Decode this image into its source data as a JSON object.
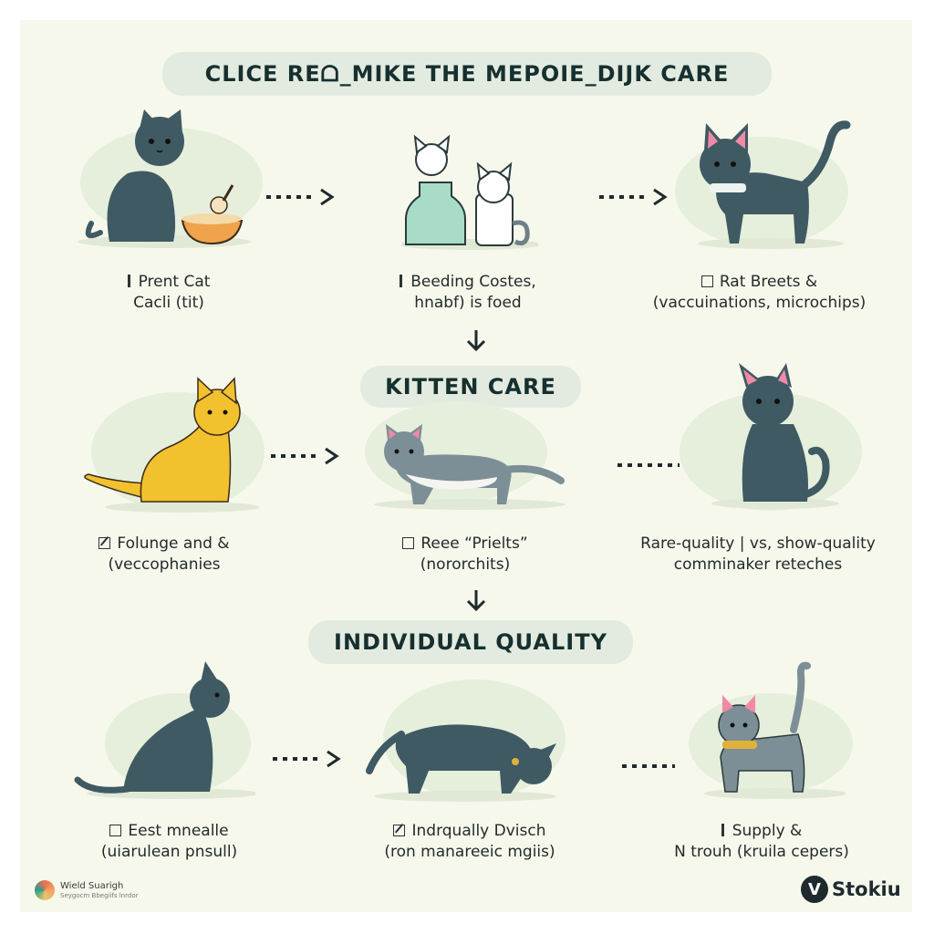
{
  "title": "CLICE REᗝ_MIKE THE MEPOIE_DIJK CARE",
  "sections": {
    "kitten": "KITTEN CARE",
    "individual": "INDIVIDUAL QUALITY"
  },
  "rows": [
    [
      {
        "marker": "bar",
        "line1": "Prent Cat",
        "line2": "Cacli (tit)"
      },
      {
        "marker": "bar",
        "line1": "Beeding Costes,",
        "line2": "hnabf) is foed"
      },
      {
        "marker": "box",
        "line1": "Rat Breets &",
        "line2": "(vaccuinations, microchips)"
      }
    ],
    [
      {
        "marker": "checked",
        "line1": "Folunge and &",
        "line2": "(veccophanies"
      },
      {
        "marker": "box",
        "line1": "Reee “Prielts”",
        "line2": "(nororchits)"
      },
      {
        "marker": "none",
        "line1": "Rare-quality | vs, show-quality",
        "line2": "comminaker reteches"
      }
    ],
    [
      {
        "marker": "box",
        "line1": "Eest mnealle",
        "line2": "(uiarulean pnsull)"
      },
      {
        "marker": "checked",
        "line1": "Indrqually Dvisch",
        "line2": "(ron manareeic mgiis)"
      },
      {
        "marker": "bar",
        "line1": "Supply &",
        "line2": "N trouh (kruila cepers)"
      }
    ]
  ],
  "watermarks": {
    "left_title": "Wield Suarigh",
    "left_sub": "Seygocm Bbegiifs lnrdor",
    "right_letter": "V",
    "right_name": "Stokiu"
  },
  "colors": {
    "background": "#f6f8ec",
    "pill": "#e3ebe1",
    "cat_dark": "#3f5a63",
    "cat_gray": "#7d8f96",
    "cat_yellow": "#f2c12e",
    "text": "#16302f"
  }
}
